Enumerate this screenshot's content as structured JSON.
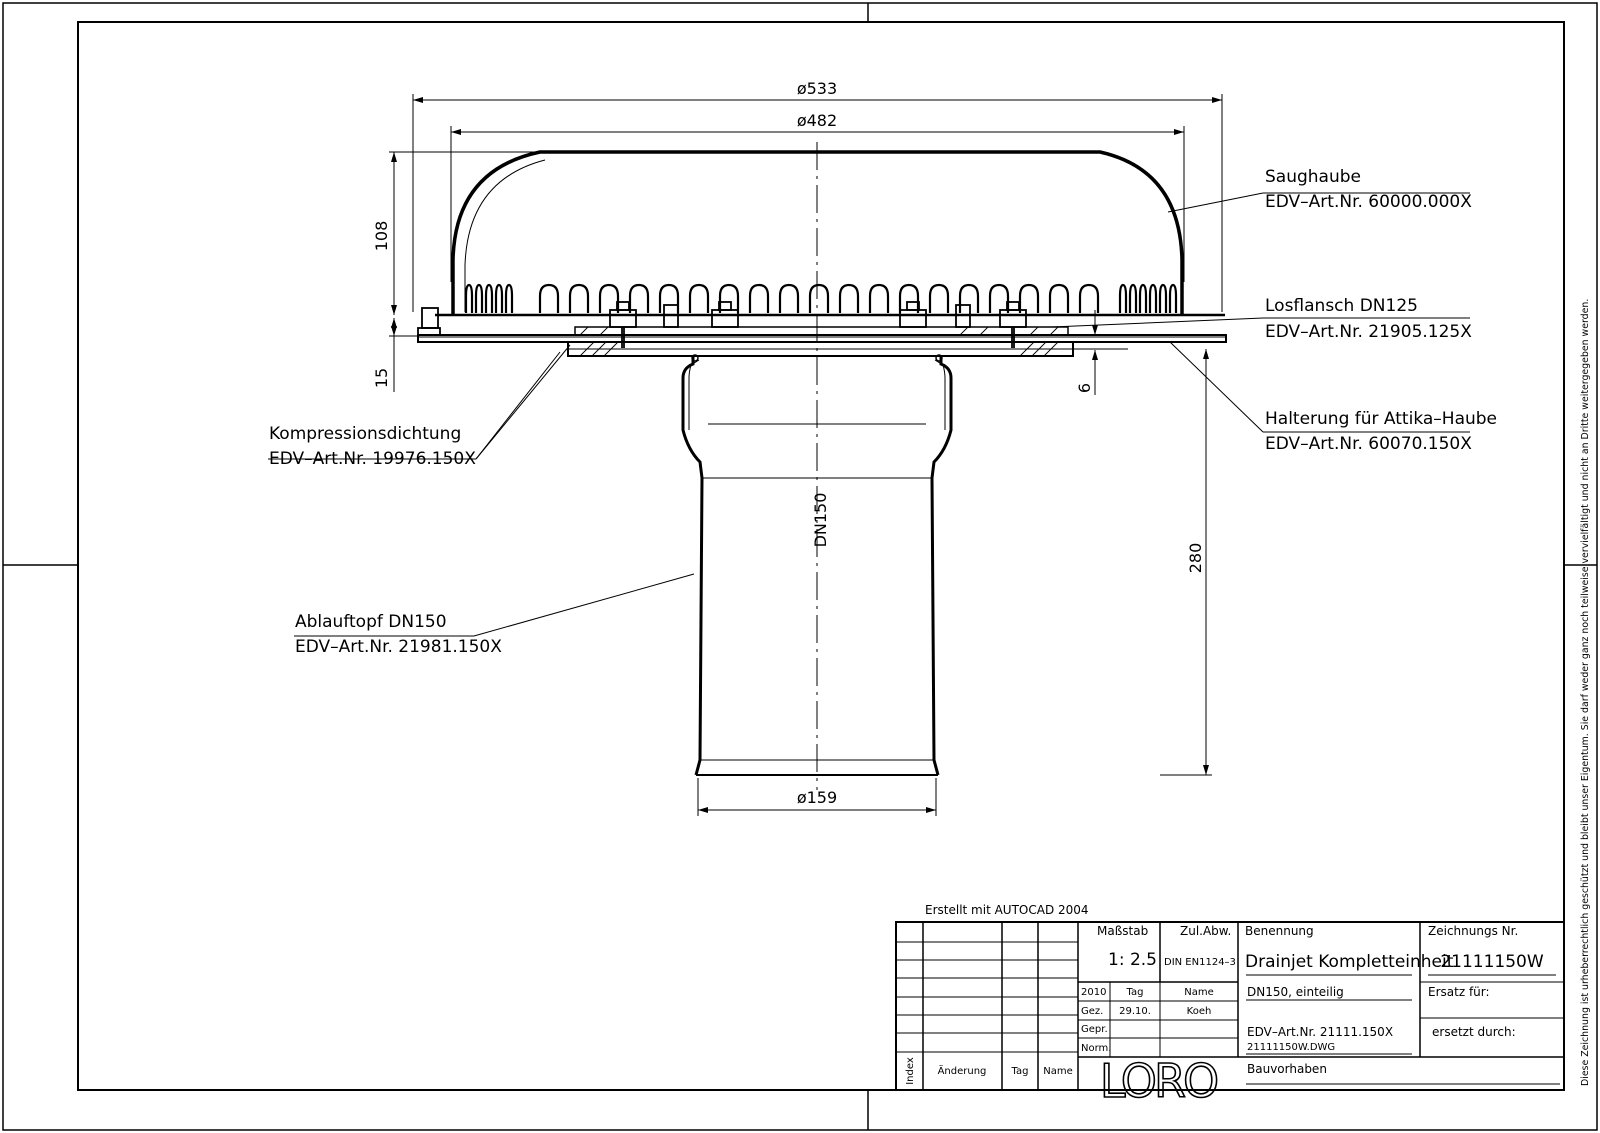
{
  "dimensions": {
    "outer_diameter": "ø533",
    "inner_diameter": "ø482",
    "hood_height": "108",
    "flange_height": "15",
    "gap": "6",
    "pipe_length": "280",
    "pipe_diameter": "ø159",
    "pipe_dn": "DN150"
  },
  "labels": {
    "saughaube": {
      "name": "Saughaube",
      "art": "EDV–Art.Nr.  60000.000X"
    },
    "losflansch": {
      "name": "Losflansch  DN125",
      "art": "EDV–Art.Nr.  21905.125X"
    },
    "halterung": {
      "name": "Halterung  für  Attika–Haube",
      "art": "EDV–Art.Nr.  60070.150X"
    },
    "kompression": {
      "name": "Kompressionsdichtung",
      "art": "EDV–Art.Nr.  19976.150X"
    },
    "ablauftopf": {
      "name": "Ablauftopf  DN150",
      "art": "EDV–Art.Nr.  21981.150X"
    }
  },
  "titleblock": {
    "created_with": "Erstellt  mit  AUTOCAD  2004",
    "massstab_label": "Maßstab",
    "massstab_value": "1: 2.5",
    "zulabw_label": "Zul.Abw.",
    "zulabw_value": "DIN  EN1124–3",
    "benennung_label": "Benennung",
    "benennung_value": "Drainjet  Kompletteinheit",
    "zeichnungsnr_label": "Zeichnungs  Nr.",
    "zeichnungsnr_value": "21111150W",
    "year": "2010",
    "tag_label": "Tag",
    "name_label": "Name",
    "gez_label": "Gez.",
    "gez_date": "29.10.",
    "gez_name": "Koeh",
    "gepr_label": "Gepr.",
    "norm_label": "Norm.",
    "desc": "DN150,  einteilig",
    "art_nr": "EDV–Art.Nr.  21111.150X",
    "dwg": "21111150W.DWG",
    "ersatz_fuer": "Ersatz  für:",
    "ersetzt_durch": "ersetzt  durch:",
    "bauvorhaben": "Bauvorhaben",
    "logo": "LORO",
    "col_index": "Index",
    "col_aenderung": "Änderung",
    "col_tag": "Tag",
    "col_name": "Name"
  },
  "copyright": "Diese  Zeichnung  ist  urheberrechtlich  geschützt  und  bleibt  unser  Eigentum.  Sie  darf  weder  ganz  noch  teilweise  vervielfältigt  und  nicht  an  Dritte  weitergegeben  werden."
}
